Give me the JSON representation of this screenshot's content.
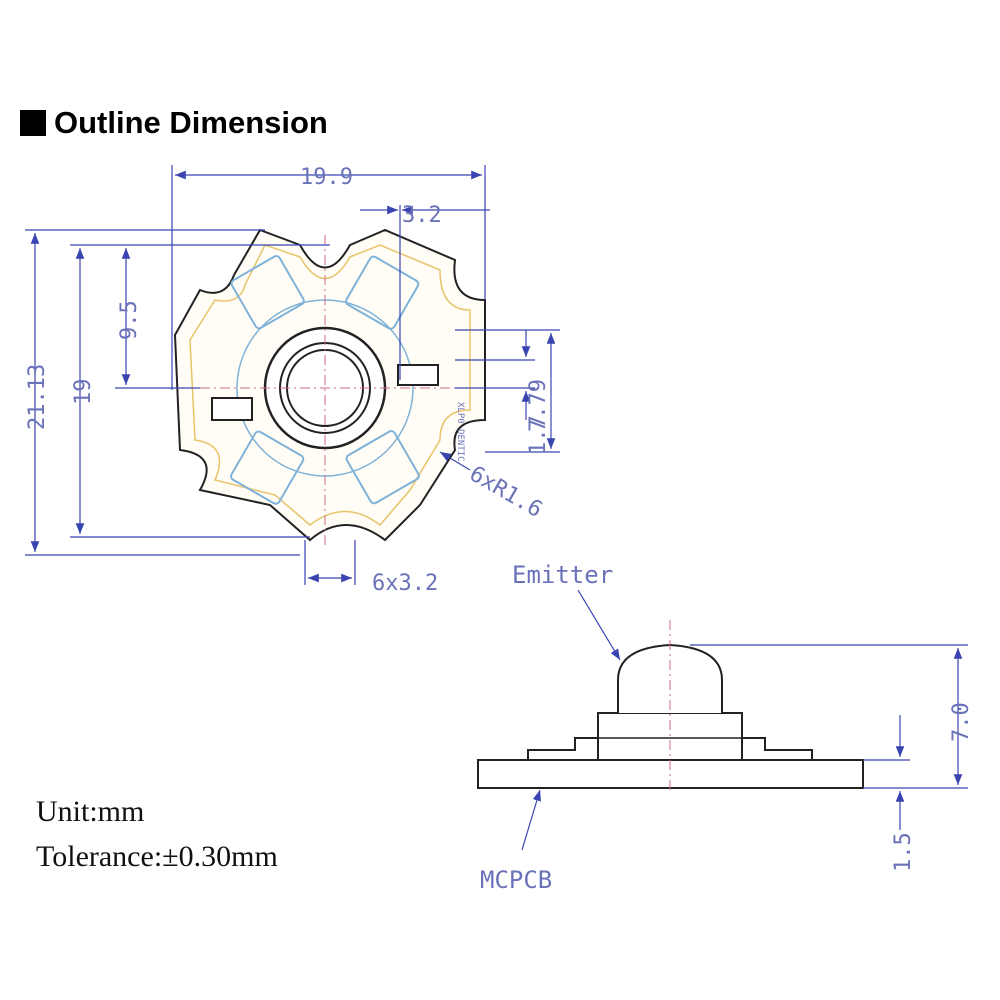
{
  "title": "Outline Dimension",
  "dimensions": {
    "width": "19.9",
    "offset_top": "3.2",
    "height_total": "21.13",
    "height_inner": "19",
    "half_height": "9.5",
    "right_upper": "7.79",
    "right_lower": "1.7",
    "radius": "6xR1.6",
    "slot_width": "6x3.2",
    "emitter_height": "7.0",
    "pcb_thickness": "1.5"
  },
  "labels": {
    "emitter": "Emitter",
    "mcpcb": "MCPCB",
    "pcb_marking": "XLP0 DENTIC"
  },
  "notes": {
    "unit": "Unit:mm",
    "tolerance": "Tolerance:±0.30mm"
  },
  "colors": {
    "dimension_line": "#6a72b8",
    "outline": "#222222",
    "pad": "#7fb2d8",
    "trace": "#e8c36a",
    "center_line": "#d06a8a"
  }
}
